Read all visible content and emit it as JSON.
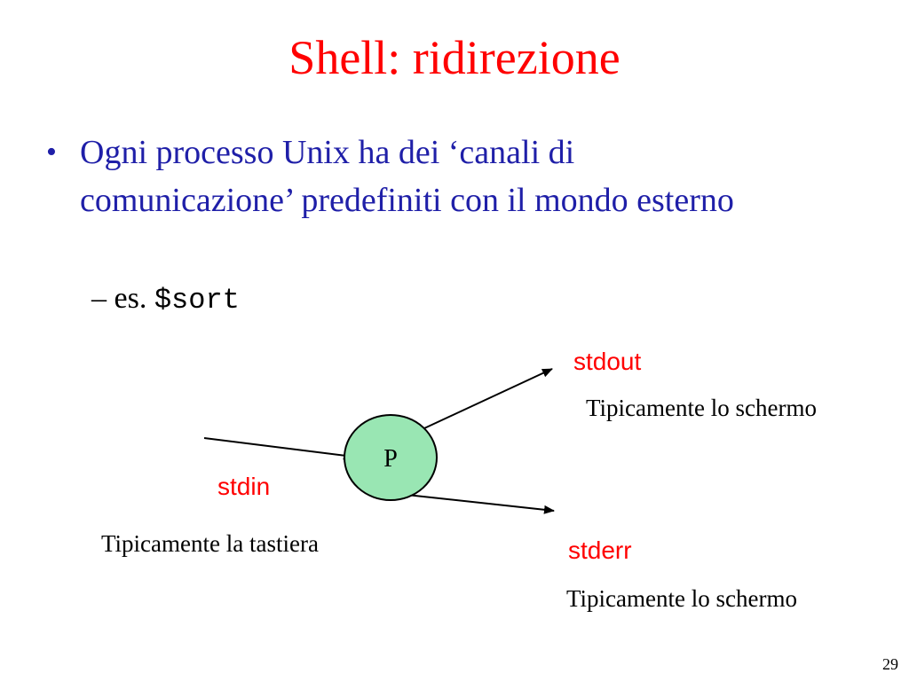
{
  "slide": {
    "title": "Shell: ridirezione",
    "bullet": {
      "marker": "•",
      "text": "Ogni processo Unix ha dei ‘canali di comunicazione’ predefiniti con il mondo esterno"
    },
    "sub_bullet": {
      "marker": "–",
      "prefix": "es.",
      "command": "$sort"
    },
    "page_number": "29"
  },
  "diagram": {
    "process_label": "P",
    "process_color": "#99e6b3",
    "stdin": {
      "label": "stdin",
      "description": "Tipicamente la tastiera"
    },
    "stdout": {
      "label": "stdout",
      "description": "Tipicamente lo schermo"
    },
    "stderr": {
      "label": "stderr",
      "description": "Tipicamente lo schermo"
    }
  },
  "colors": {
    "title": "#ff0000",
    "bullet_text": "#1f1fa8",
    "stream_labels": "#ff0000"
  }
}
